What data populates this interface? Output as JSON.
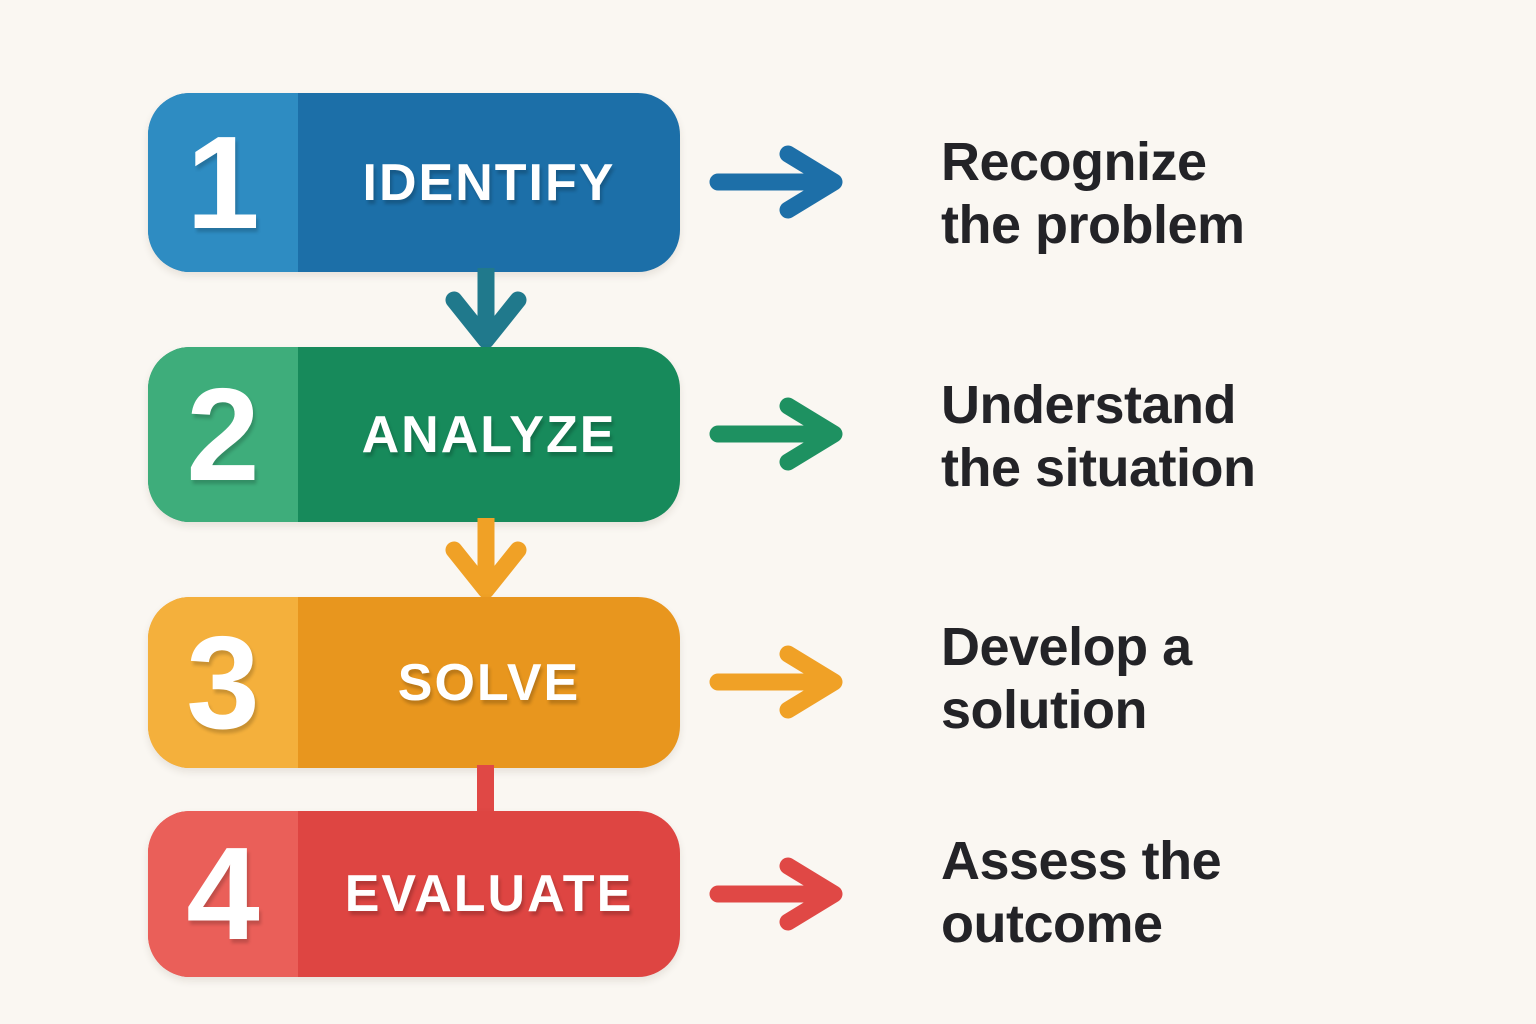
{
  "background_color": "#FAF7F2",
  "text_color": "#232327",
  "steps": [
    {
      "number": "1",
      "label": "IDENTIFY",
      "description": "Recognize the problem",
      "description_lines": [
        "Recognize",
        "the problem"
      ],
      "number_panel_color": "#2E8CC2",
      "box_color": "#1C6FA8",
      "right_arrow_color": "#1D6FA8"
    },
    {
      "number": "2",
      "label": "ANALYZE",
      "description": "Understand the situation",
      "description_lines": [
        "Understand",
        "the situation"
      ],
      "number_panel_color": "#3EAD7B",
      "box_color": "#178A5B",
      "right_arrow_color": "#1E9161"
    },
    {
      "number": "3",
      "label": "SOLVE",
      "description": "Develop a solution",
      "description_lines": [
        "Develop a",
        "solution"
      ],
      "number_panel_color": "#F4B03C",
      "box_color": "#E8961E",
      "right_arrow_color": "#F0A126"
    },
    {
      "number": "4",
      "label": "EVALUATE",
      "description": "Assess the outcome",
      "description_lines": [
        "Assess the",
        "outcome"
      ],
      "number_panel_color": "#EA5F59",
      "box_color": "#DE4542",
      "right_arrow_color": "#E04845"
    }
  ],
  "connectors": [
    {
      "from": "IDENTIFY",
      "to": "ANALYZE",
      "color": "#20798C",
      "has_arrowhead": true
    },
    {
      "from": "ANALYZE",
      "to": "SOLVE",
      "color": "#F0A126",
      "has_arrowhead": true
    },
    {
      "from": "SOLVE",
      "to": "EVALUATE",
      "color": "#E04845",
      "has_arrowhead": false
    }
  ]
}
